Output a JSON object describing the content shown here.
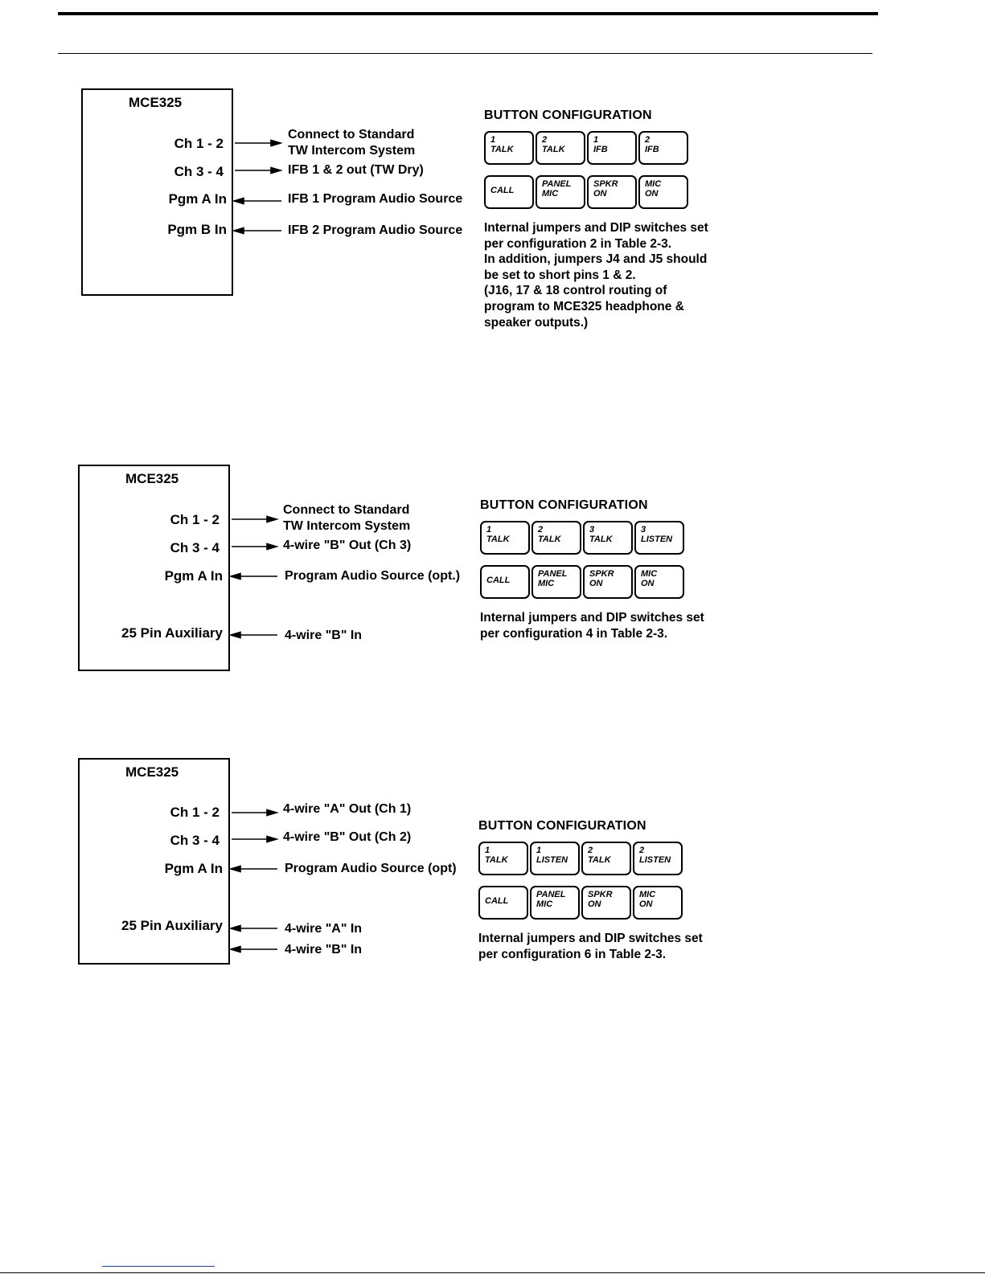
{
  "sections": [
    {
      "unit": "MCE325",
      "ports": [
        "Ch 1 - 2",
        "Ch 3 - 4",
        "Pgm A In",
        "Pgm B In"
      ],
      "connections": [
        {
          "lines": [
            "Connect to Standard",
            "TW Intercom System"
          ],
          "direction": "out"
        },
        {
          "lines": [
            "IFB 1 & 2 out (TW Dry)"
          ],
          "direction": "out"
        },
        {
          "lines": [
            "IFB 1 Program Audio Source"
          ],
          "direction": "in"
        },
        {
          "lines": [
            "IFB 2 Program Audio Source"
          ],
          "direction": "in"
        }
      ],
      "config_title": "BUTTON CONFIGURATION",
      "button_rows": [
        [
          {
            "l1": "1",
            "l2": "TALK"
          },
          {
            "l1": "2",
            "l2": "TALK"
          },
          {
            "l1": "1",
            "l2": "IFB"
          },
          {
            "l1": "2",
            "l2": "IFB"
          }
        ],
        [
          {
            "l1": "CALL",
            "l2": ""
          },
          {
            "l1": "PANEL",
            "l2": "MIC"
          },
          {
            "l1": "SPKR",
            "l2": "ON"
          },
          {
            "l1": "MIC",
            "l2": "ON"
          }
        ]
      ],
      "notes": [
        "Internal jumpers and DIP switches set",
        "per configuration 2 in Table 2-3.",
        "In addition, jumpers J4 and J5 should",
        "be set to short pins 1 & 2.",
        "(J16, 17 & 18 control routing of",
        "program to MCE325 headphone &",
        "speaker outputs.)"
      ]
    },
    {
      "unit": "MCE325",
      "ports": [
        "Ch 1 - 2",
        "Ch 3 - 4",
        "Pgm A In",
        "25 Pin Auxiliary"
      ],
      "connections": [
        {
          "lines": [
            "Connect to Standard",
            "TW Intercom System"
          ],
          "direction": "out"
        },
        {
          "lines": [
            "4-wire \"B\" Out (Ch 3)"
          ],
          "direction": "out"
        },
        {
          "lines": [
            "Program Audio Source (opt.)"
          ],
          "direction": "in"
        },
        {
          "lines": [
            "4-wire \"B\" In"
          ],
          "direction": "in"
        }
      ],
      "config_title": "BUTTON CONFIGURATION",
      "button_rows": [
        [
          {
            "l1": "1",
            "l2": "TALK"
          },
          {
            "l1": "2",
            "l2": "TALK"
          },
          {
            "l1": "3",
            "l2": "TALK"
          },
          {
            "l1": "3",
            "l2": "LISTEN"
          }
        ],
        [
          {
            "l1": "CALL",
            "l2": ""
          },
          {
            "l1": "PANEL",
            "l2": "MIC"
          },
          {
            "l1": "SPKR",
            "l2": "ON"
          },
          {
            "l1": "MIC",
            "l2": "ON"
          }
        ]
      ],
      "notes": [
        "Internal jumpers and DIP switches set",
        "per configuration 4 in Table 2-3."
      ]
    },
    {
      "unit": "MCE325",
      "ports": [
        "Ch 1 - 2",
        "Ch 3 - 4",
        "Pgm A In",
        "25 Pin Auxiliary"
      ],
      "connections": [
        {
          "lines": [
            "4-wire \"A\" Out (Ch 1)"
          ],
          "direction": "out"
        },
        {
          "lines": [
            "4-wire \"B\" Out (Ch 2)"
          ],
          "direction": "out"
        },
        {
          "lines": [
            "Program Audio Source (opt)"
          ],
          "direction": "in"
        },
        {
          "lines": [
            "4-wire \"A\" In"
          ],
          "direction": "in"
        },
        {
          "lines": [
            "4-wire \"B\" In"
          ],
          "direction": "in"
        }
      ],
      "config_title": "BUTTON CONFIGURATION",
      "button_rows": [
        [
          {
            "l1": "1",
            "l2": "TALK"
          },
          {
            "l1": "1",
            "l2": "LISTEN"
          },
          {
            "l1": "2",
            "l2": "TALK"
          },
          {
            "l1": "2",
            "l2": "LISTEN"
          }
        ],
        [
          {
            "l1": "CALL",
            "l2": ""
          },
          {
            "l1": "PANEL",
            "l2": "MIC"
          },
          {
            "l1": "SPKR",
            "l2": "ON"
          },
          {
            "l1": "MIC",
            "l2": "ON"
          }
        ]
      ],
      "notes": [
        "Internal jumpers and DIP switches set",
        "per configuration 6 in Table 2-3."
      ]
    }
  ]
}
